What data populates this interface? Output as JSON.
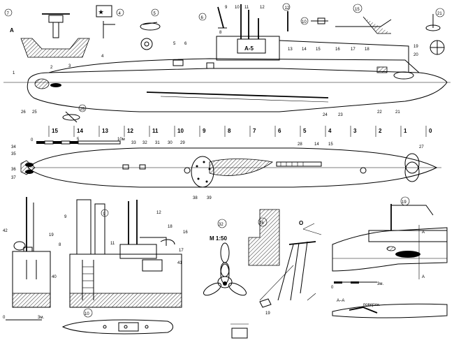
{
  "view_letter": "А",
  "hull_number": "А-5",
  "scale_text": "М 1:50",
  "section_label": "А–А",
  "section_note": "поверхн.",
  "scale_bar_text": "3м.",
  "scale_zero": "0",
  "scale_five": "5",
  "scale_ten": "10м",
  "section_marker": "А",
  "frame_numbers": [
    "15",
    "14",
    "13",
    "12",
    "11",
    "10",
    "9",
    "8",
    "7",
    "6",
    "5",
    "4",
    "3",
    "2",
    "1",
    "0"
  ],
  "callouts_top": [
    "9",
    "10",
    "11",
    "12",
    "13",
    "14",
    "15",
    "16",
    "17",
    "18",
    "19",
    "20",
    "1",
    "2",
    "3",
    "4",
    "5",
    "6",
    "7",
    "8",
    "21",
    "22",
    "23",
    "24",
    "25",
    "26"
  ],
  "callouts_plan": [
    "34",
    "35",
    "36",
    "37",
    "33",
    "32",
    "31",
    "30",
    "29",
    "28",
    "14",
    "15",
    "27",
    "38",
    "39"
  ],
  "callouts_bottom": [
    "42",
    "19",
    "40",
    "9",
    "12",
    "18",
    "16",
    "17",
    "11",
    "8",
    "41"
  ],
  "circled_labels": [
    "7",
    "8",
    "4",
    "5",
    "6",
    "12",
    "10",
    "15",
    "21",
    "25",
    "32",
    "26",
    "19"
  ],
  "colors": {
    "ink": "#000000",
    "paper": "#ffffff"
  }
}
